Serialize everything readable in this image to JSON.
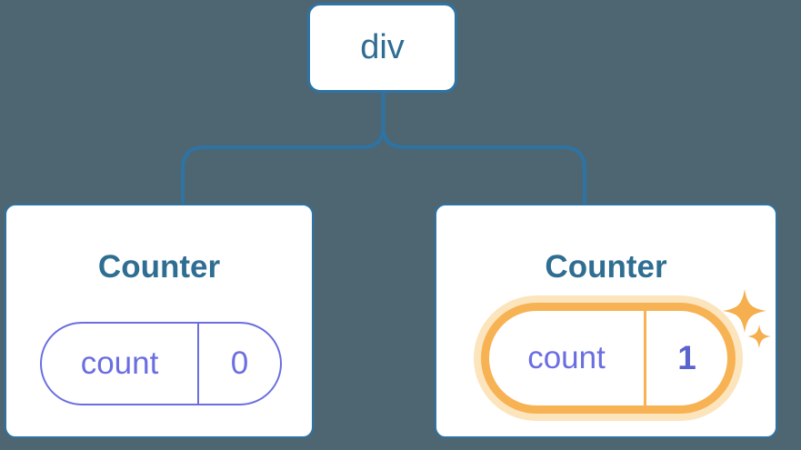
{
  "diagram": {
    "description": "React component tree with state",
    "root": {
      "label": "div"
    },
    "children": [
      {
        "title": "Counter",
        "state": {
          "key": "count",
          "value": "0"
        },
        "highlighted": false
      },
      {
        "title": "Counter",
        "state": {
          "key": "count",
          "value": "1"
        },
        "highlighted": true
      }
    ]
  },
  "colors": {
    "background": "#4d6671",
    "card_bg": "#ffffff",
    "line_blue": "#2e73a4",
    "text_blue": "#2f6d92",
    "purple": "#6a6ee0",
    "value_purple": "#5b63cd",
    "highlight_orange": "#f7b254",
    "highlight_halo": "#fce4bc",
    "sparkle_orange": "#f5af4e"
  }
}
